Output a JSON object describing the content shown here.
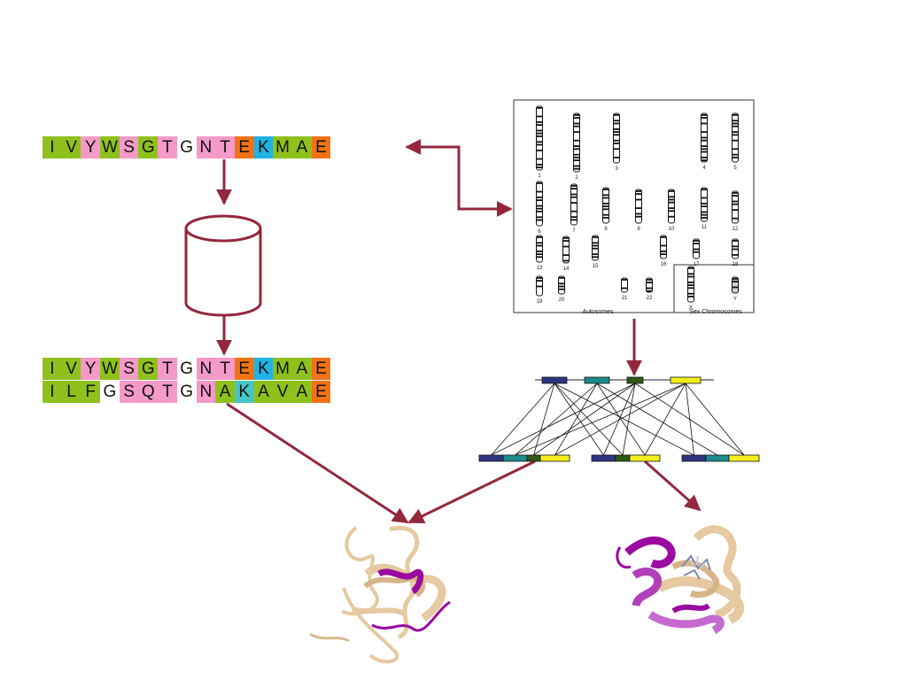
{
  "colors": {
    "green": "#8ec11c",
    "pink": "#f49ac8",
    "white": "#ffffff",
    "orange": "#f27313",
    "cyan": "#1fb3e5",
    "teal": "#45c6c6",
    "arrow": "#93283c",
    "navy": "#2d3580",
    "tealbox": "#1d8b8b",
    "darkgreen": "#2f5a16",
    "yellow": "#f3ef1c",
    "magenta": "#9b0aa0",
    "tan": "#e6c9a0"
  },
  "sequences": {
    "top": [
      {
        "aa": "I",
        "color": "green"
      },
      {
        "aa": "V",
        "color": "green"
      },
      {
        "aa": "Y",
        "color": "pink"
      },
      {
        "aa": "W",
        "color": "green"
      },
      {
        "aa": "S",
        "color": "pink"
      },
      {
        "aa": "G",
        "color": "green"
      },
      {
        "aa": "T",
        "color": "pink"
      },
      {
        "aa": "G",
        "color": "white"
      },
      {
        "aa": "N",
        "color": "pink"
      },
      {
        "aa": "T",
        "color": "pink"
      },
      {
        "aa": "E",
        "color": "orange"
      },
      {
        "aa": "K",
        "color": "cyan"
      },
      {
        "aa": "M",
        "color": "green"
      },
      {
        "aa": "A",
        "color": "green"
      },
      {
        "aa": "E",
        "color": "orange"
      }
    ],
    "aligned_1": [
      {
        "aa": "I",
        "color": "green"
      },
      {
        "aa": "V",
        "color": "green"
      },
      {
        "aa": "Y",
        "color": "pink"
      },
      {
        "aa": "W",
        "color": "green"
      },
      {
        "aa": "S",
        "color": "pink"
      },
      {
        "aa": "G",
        "color": "green"
      },
      {
        "aa": "T",
        "color": "pink"
      },
      {
        "aa": "G",
        "color": "white"
      },
      {
        "aa": "N",
        "color": "pink"
      },
      {
        "aa": "T",
        "color": "pink"
      },
      {
        "aa": "E",
        "color": "orange"
      },
      {
        "aa": "K",
        "color": "cyan"
      },
      {
        "aa": "M",
        "color": "green"
      },
      {
        "aa": "A",
        "color": "green"
      },
      {
        "aa": "E",
        "color": "orange"
      }
    ],
    "aligned_2": [
      {
        "aa": "I",
        "color": "green"
      },
      {
        "aa": "L",
        "color": "green"
      },
      {
        "aa": "F",
        "color": "green"
      },
      {
        "aa": "G",
        "color": "white"
      },
      {
        "aa": "S",
        "color": "pink"
      },
      {
        "aa": "Q",
        "color": "pink"
      },
      {
        "aa": "T",
        "color": "pink"
      },
      {
        "aa": "G",
        "color": "white"
      },
      {
        "aa": "N",
        "color": "pink"
      },
      {
        "aa": "A",
        "color": "green"
      },
      {
        "aa": "K",
        "color": "teal"
      },
      {
        "aa": "A",
        "color": "green"
      },
      {
        "aa": "V",
        "color": "green"
      },
      {
        "aa": "A",
        "color": "green"
      },
      {
        "aa": "E",
        "color": "orange"
      }
    ]
  },
  "karyotype": {
    "chromosome_labels": [
      "1",
      "2",
      "3",
      "4",
      "5",
      "6",
      "7",
      "8",
      "9",
      "10",
      "11",
      "12",
      "13",
      "14",
      "15",
      "16",
      "17",
      "18",
      "19",
      "20",
      "21",
      "22",
      "X",
      "Y"
    ],
    "autosomes_label": "Autosomes",
    "sex_label": "Sex Chromosomes"
  }
}
